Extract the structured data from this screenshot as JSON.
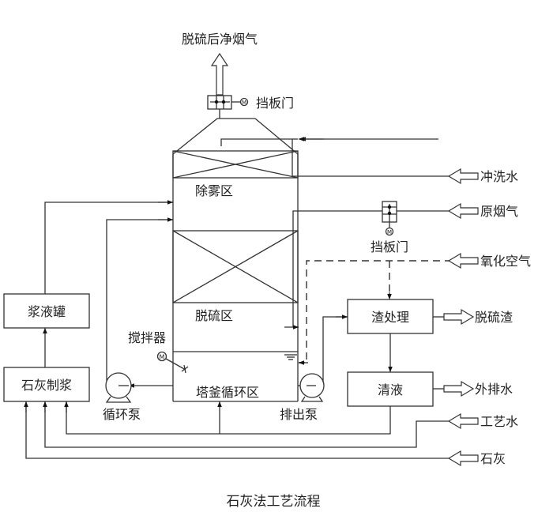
{
  "title": "石灰法工艺流程",
  "outputs": {
    "clean_gas": "脱硫后净烟气",
    "desulfurization_slag": "脱硫渣",
    "discharge_water": "外排水"
  },
  "inputs": {
    "flush_water": "冲洗水",
    "raw_flue_gas": "原烟气",
    "oxidation_air": "氧化空气",
    "process_water": "工艺水",
    "lime": "石灰"
  },
  "tower": {
    "demist_zone": "除雾区",
    "desulfurization_zone": "脱硫区",
    "sump_zone": "塔釜循环区"
  },
  "equipment": {
    "top_damper": "挡板门",
    "inlet_damper": "挡板门",
    "agitator": "搅拌器",
    "circulation_pump": "循环泵",
    "discharge_pump": "排出泵",
    "motor_symbol": "M"
  },
  "boxes": {
    "slurry_tank": "浆液罐",
    "lime_slurry_prep": "石灰制浆",
    "slag_treatment": "渣处理",
    "clear_liquid": "清液"
  }
}
